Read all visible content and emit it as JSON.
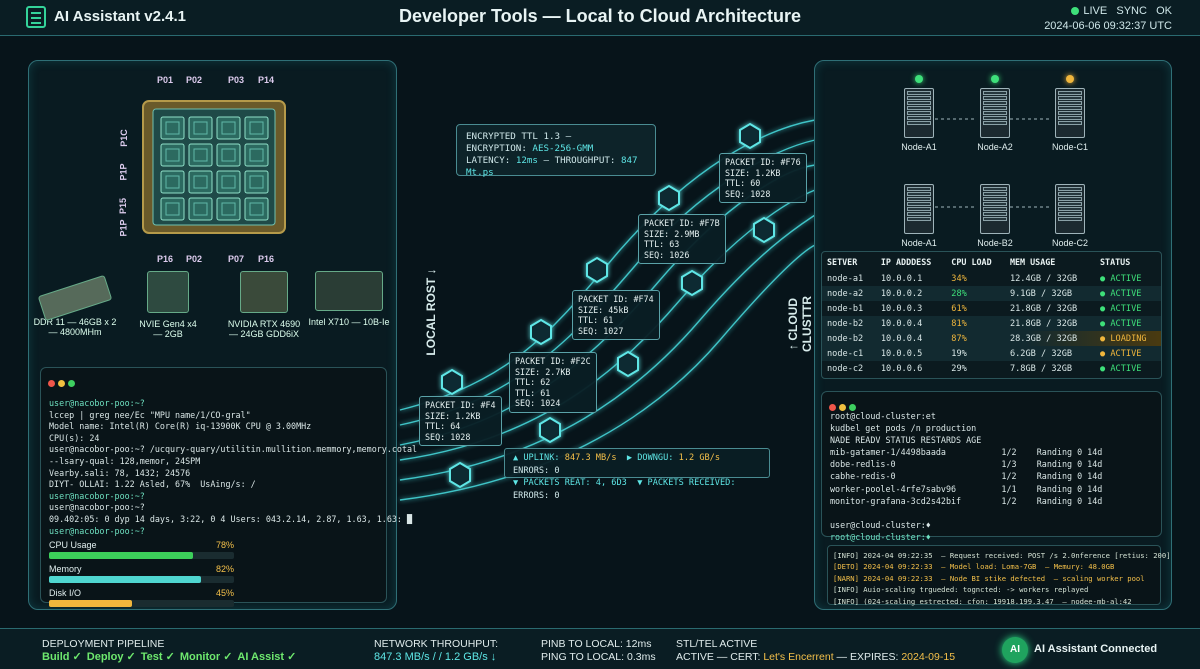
{
  "header": {
    "app_title": "AI Assistant v2.4.1",
    "page_title": "Developer Tools — Local to Cloud Architecture",
    "status_live": "LIVE",
    "status_sync": "SYNC",
    "status_ok": "OK",
    "timestamp": "2024-06-06 09:32:37 UTC"
  },
  "local": {
    "pin_labels_top": [
      "P01",
      "P02",
      "P03",
      "P14"
    ],
    "pin_labels_bottom": [
      "P16",
      "P02",
      "P07",
      "P16"
    ],
    "pin_labels_left": [
      "P1C",
      "P1P",
      "P15",
      "P1P"
    ],
    "hardware": [
      {
        "label": "DDR 11 — 46GB x 2\n— 4800MHm"
      },
      {
        "label": "NVIE Gen4 x4\n— 2GB"
      },
      {
        "label": "NVIDIA RTX 4690\n— 24GB GDD6iX"
      },
      {
        "label": "Intel X710 — 10B-Ie"
      }
    ],
    "axis_label": "LOCAL ROST ↓",
    "terminal_lines": [
      {
        "t": "user@nacobor-poo:~?",
        "p": true
      },
      {
        "t": "lccep | greg nee/Ec \"MPU name/1/CO-gral\"",
        "p": false
      },
      {
        "t": "Model name: Intel(R) Core(R) iq-13900K CPU @ 3.00MHz",
        "p": false
      },
      {
        "t": "CPU(s): 24",
        "p": false
      },
      {
        "t": "user@nacobor-poo:~? /ucqury-quary/utilitin.mullition.memmory,memory.cotal",
        "p": false
      },
      {
        "t": "--lsary-qual: 128,memor, 24SPM",
        "p": false
      },
      {
        "t": "Vearby.sali: 78, 1432; 24576",
        "p": false
      },
      {
        "t": "DIYT- OLLAI: 1.22 Asled, 67%  UsAing/s: /",
        "p": false
      },
      {
        "t": "user@nacobor-poo:~?",
        "p": true
      },
      {
        "t": "user@nacobor-poo:~?",
        "p": false
      },
      {
        "t": "09.402:05: 0 dyp 14 days, 3:22, 0 4 Users: 043.2.14, 2.87, 1.63, 1.63: █",
        "p": false
      },
      {
        "t": "user@nacobor-poo:~?",
        "p": true
      }
    ],
    "gauges": [
      {
        "label": "CPU Usage",
        "value": "78%",
        "fraction": 0.78,
        "color": "#3ccf5a"
      },
      {
        "label": "Memory",
        "value": "82%",
        "fraction": 0.82,
        "color": "#4fd6d0"
      },
      {
        "label": "Disk I/O",
        "value": "45%",
        "fraction": 0.45,
        "color": "#f0b63c"
      }
    ]
  },
  "center": {
    "enc_title": "ENCRYPTED TTL 1.3 —",
    "enc_label": "ENCRYPTION:",
    "enc_value": "AES-256-GMM",
    "lat_label": "LATENCY:",
    "lat_value": "12ms",
    "thr_label": "— THROUGHPUT:",
    "thr_value": "847 Mt.ps",
    "packets": [
      {
        "id": "PACKET ID: #F4",
        "size": "SIZE: 1.2KB",
        "ttl": "TTL: 64",
        "seq": "SEQ: 1028"
      },
      {
        "id": "PACKET ID: #F2C",
        "size": "SIZE: 2.7KB",
        "ttl": "TTL: 62",
        "ttl2": "TTL: 61",
        "seq": "SEQ: 1024"
      },
      {
        "id": "PACKET ID: #F74",
        "size": "SIZE: 45kB",
        "ttl": "TTL: 61",
        "seq": "SEQ: 1027"
      },
      {
        "id": "PACKET ID: #F7B",
        "size": "SIZE: 2.9MB",
        "ttl": "TTL: 63",
        "seq": "SEQ: 1026"
      },
      {
        "id": "PACKET ID: #F76",
        "size": "SIZE: 1.2KB",
        "ttl": "TTL: 60",
        "seq": "SEQ: 1028"
      }
    ],
    "net": {
      "uplink_label": "▲ UPLINK:",
      "uplink_value": "847.3 MB/s",
      "down_label": "▶ DOWNGU:",
      "down_value": "1.2 GB/s",
      "errors1": "ENRORS: 0",
      "packets_reat": "▼ PACKETS REAT: 4, 6D3",
      "packets_recv": "▼ PACKETS RECEIVED:",
      "errors2": "ERRORS: 0"
    }
  },
  "cloud": {
    "axis_label": "↑ CLOUD CLUSTTR",
    "nodes": [
      {
        "name": "Node-A1",
        "led": "#3ee07a"
      },
      {
        "name": "Node-A2",
        "led": "#3ee07a"
      },
      {
        "name": "Node-C1",
        "led": "#f0b63c"
      },
      {
        "name": "Node-A1",
        "led": ""
      },
      {
        "name": "Node-B2",
        "led": ""
      },
      {
        "name": "Node-C2",
        "led": ""
      }
    ],
    "table_headers": [
      "SETVER",
      "IP ADDDESS",
      "CPU LOAD",
      "MEM USAGE",
      "STATUS"
    ],
    "rows": [
      {
        "server": "node-a1",
        "ip": "10.0.0.1",
        "cpu": "34%",
        "cpuc": "#f0b63c",
        "mem": "12.4GB / 32GB",
        "status": "ACTIVE",
        "sc": "#3ee07a"
      },
      {
        "server": "node-a2",
        "ip": "10.0.0.2",
        "cpu": "28%",
        "cpuc": "#3ee07a",
        "mem": "9.1GB / 32GB",
        "status": "ACTIVE",
        "sc": "#3ee07a"
      },
      {
        "server": "node-b1",
        "ip": "10.0.0.3",
        "cpu": "61%",
        "cpuc": "#f0b63c",
        "mem": "21.8GB / 32GB",
        "status": "ACTIVE",
        "sc": "#3ee07a"
      },
      {
        "server": "node-b2",
        "ip": "10.0.0.4",
        "cpu": "81%",
        "cpuc": "#f0b63c",
        "mem": "21.8GB / 32GB",
        "status": "ACTIVE",
        "sc": "#3ee07a"
      },
      {
        "server": "node-b2",
        "ip": "10.0.0.4",
        "cpu": "87%",
        "cpuc": "#f0b63c",
        "mem": "28.3GB / 32GB",
        "status": "LOADING",
        "sc": "#f0b63c"
      },
      {
        "server": "node-c1",
        "ip": "10.0.0.5",
        "cpu": "19%",
        "cpuc": "#d8e6e6",
        "mem": "6.2GB / 32GB",
        "status": "ACTIVE",
        "sc": "#f0b63c"
      },
      {
        "server": "node-c2",
        "ip": "10.0.0.6",
        "cpu": "29%",
        "cpuc": "#d8e6e6",
        "mem": "7.8GB / 32GB",
        "status": "ACTIVE",
        "sc": "#3ee07a"
      }
    ],
    "terminal_lines": [
      {
        "t": "root@cloud-cluster:et",
        "c": "#d9e6e6"
      },
      {
        "t": "kudbel get pods /n production",
        "c": "#d9e6e6"
      },
      {
        "t": "NADE READV STATUS RESTARDS AGE",
        "c": "#d9e6e6"
      },
      {
        "t": "mib-gatamer-1/4498baada           1/2    Randing 0 14d",
        "c": "#d9e6e6"
      },
      {
        "t": "dobe-redlis-0                     1/3    Randing 0 14d",
        "c": "#d9e6e6"
      },
      {
        "t": "cabhe-redis-0                     1/2    Randing 0 14d",
        "c": "#d9e6e6"
      },
      {
        "t": "worker-poolel-4rfe7sabv96         1/1    Randing 0 14d",
        "c": "#d9e6e6"
      },
      {
        "t": "monitor-grafana-3cd2s42bif        1/2    Randing 0 14d",
        "c": "#d9e6e6"
      },
      {
        "t": " ",
        "c": "#d9e6e6"
      },
      {
        "t": "user@cloud-cluster:♦",
        "c": "#d9e6e6"
      },
      {
        "t": "root@cloud-cluster:♦",
        "c": "#6ee0c0"
      }
    ],
    "logs": [
      "[INFO] 2024-04 09:22:35  — Request received: POST /s 2.0nference [retius: 200]",
      "[DETO] 2024-04 09:22:33  — Model load: Loma-7GB  — Memury: 48.0GB",
      "[NARN] 2024-04 09:22:33  — Node BI stike defected  — scaling worker pool",
      "[INFO] Auio-scaling trgueded: togncted: -> workers replayed",
      "[INFO] (024-scaling estrected: cfon: 19918.199.3.47  — nodee-mb-al:42"
    ]
  },
  "footer": {
    "pipeline_title": "DEPLOYMENT PIPELINE",
    "stages": [
      "Build ✓",
      "Deploy ✓",
      "Test ✓",
      "Monitor ✓",
      "AI Assist ✓"
    ],
    "net_title": "NETWORK THROUHPUT:",
    "net_value": "847.3 MB/s / / 1.2 GB/s ↓",
    "ping1": "PINB TO LOCAL: 12ms",
    "ping2": "PING TO LOCAL: 0.3ms",
    "ssl_title": "STL/TEL ACTIVE",
    "ssl_active": "ACTIVE — CERT:",
    "ssl_cert": "Let's Encerrent",
    "ssl_exp_label": "— EXPIRES:",
    "ssl_exp": "2024-09-15",
    "ai_badge": "AI",
    "ai_status": "AI Assistant Connected"
  },
  "colors": {
    "accent": "#3fe0e0",
    "ok": "#3ee07a",
    "warn": "#f0b63c",
    "border": "#2f6f76"
  }
}
